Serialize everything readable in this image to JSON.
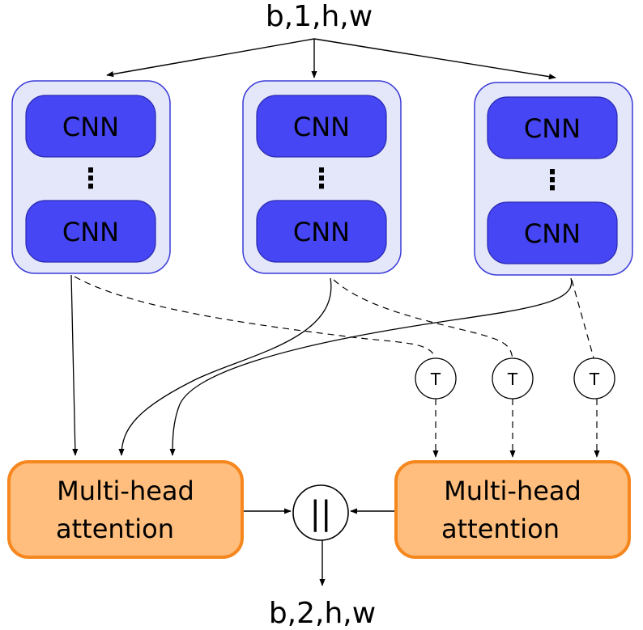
{
  "input_label": "b,1,h,w",
  "output_label": "b,2,h,w",
  "branches": [
    {
      "top_block": "CNN",
      "ellipsis": "⋮",
      "bottom_block": "CNN"
    },
    {
      "top_block": "CNN",
      "ellipsis": "⋮",
      "bottom_block": "CNN"
    },
    {
      "top_block": "CNN",
      "ellipsis": "⋮",
      "bottom_block": "CNN"
    }
  ],
  "transpose_nodes": [
    "T",
    "T",
    "T"
  ],
  "attention_left": {
    "line1": "Multi-head",
    "line2": "attention"
  },
  "attention_right": {
    "line1": "Multi-head",
    "line2": "attention"
  },
  "concat_symbol": "||",
  "colors": {
    "branch_fill": "#e4e6fa",
    "branch_stroke": "#3a3ad8",
    "cnn_fill": "#4646f4",
    "cnn_stroke": "#2828b0",
    "attention_fill": "#ffbe7d",
    "attention_stroke": "#f5871e"
  }
}
